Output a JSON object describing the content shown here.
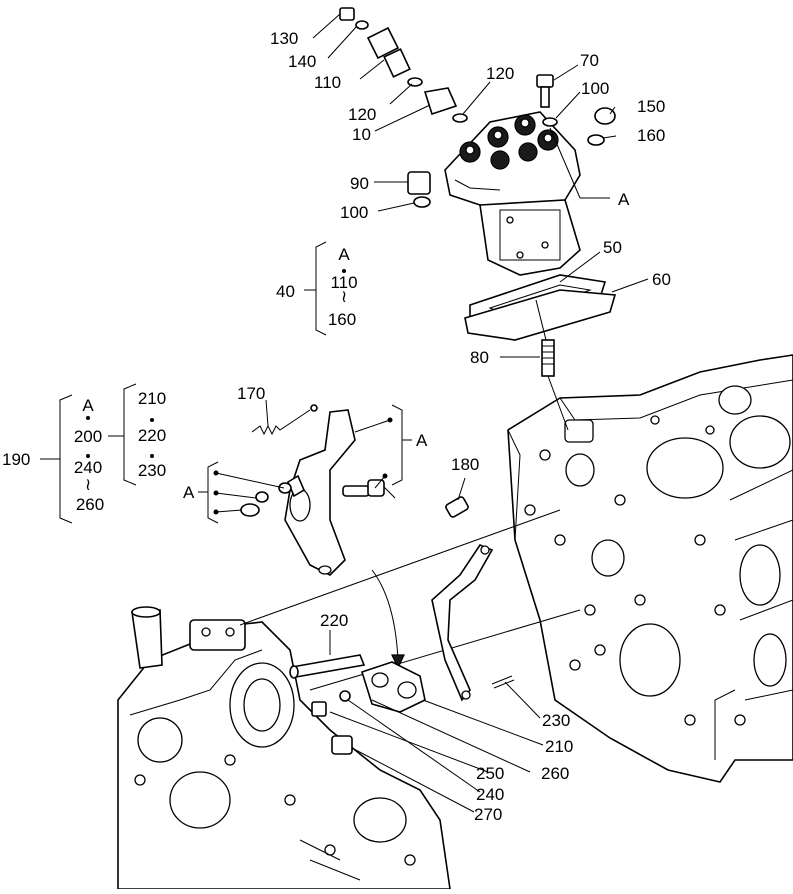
{
  "callouts": [
    {
      "id": "c130",
      "text": "130"
    },
    {
      "id": "c140",
      "text": "140"
    },
    {
      "id": "c110",
      "text": "110"
    },
    {
      "id": "c120a",
      "text": "120"
    },
    {
      "id": "c120b",
      "text": "120"
    },
    {
      "id": "c10",
      "text": "10"
    },
    {
      "id": "c70",
      "text": "70"
    },
    {
      "id": "c100a",
      "text": "100"
    },
    {
      "id": "c150",
      "text": "150"
    },
    {
      "id": "c160",
      "text": "160"
    },
    {
      "id": "c90",
      "text": "90"
    },
    {
      "id": "c100b",
      "text": "100"
    },
    {
      "id": "cA1",
      "text": "A"
    },
    {
      "id": "c50",
      "text": "50"
    },
    {
      "id": "c60",
      "text": "60"
    },
    {
      "id": "c80",
      "text": "80"
    },
    {
      "id": "c170",
      "text": "170"
    },
    {
      "id": "c180",
      "text": "180"
    },
    {
      "id": "cA2",
      "text": "A"
    },
    {
      "id": "cA3",
      "text": "A"
    },
    {
      "id": "c220",
      "text": "220"
    },
    {
      "id": "c230",
      "text": "230"
    },
    {
      "id": "c210",
      "text": "210"
    },
    {
      "id": "c250",
      "text": "250"
    },
    {
      "id": "c260",
      "text": "260"
    },
    {
      "id": "c240",
      "text": "240"
    },
    {
      "id": "c270",
      "text": "270"
    }
  ],
  "group40": {
    "label": "40",
    "items": [
      "A",
      "110",
      "160"
    ]
  },
  "group190": {
    "label": "190",
    "left": [
      "A",
      "200",
      "240",
      "260"
    ],
    "right": [
      "210",
      "220",
      "230"
    ]
  }
}
